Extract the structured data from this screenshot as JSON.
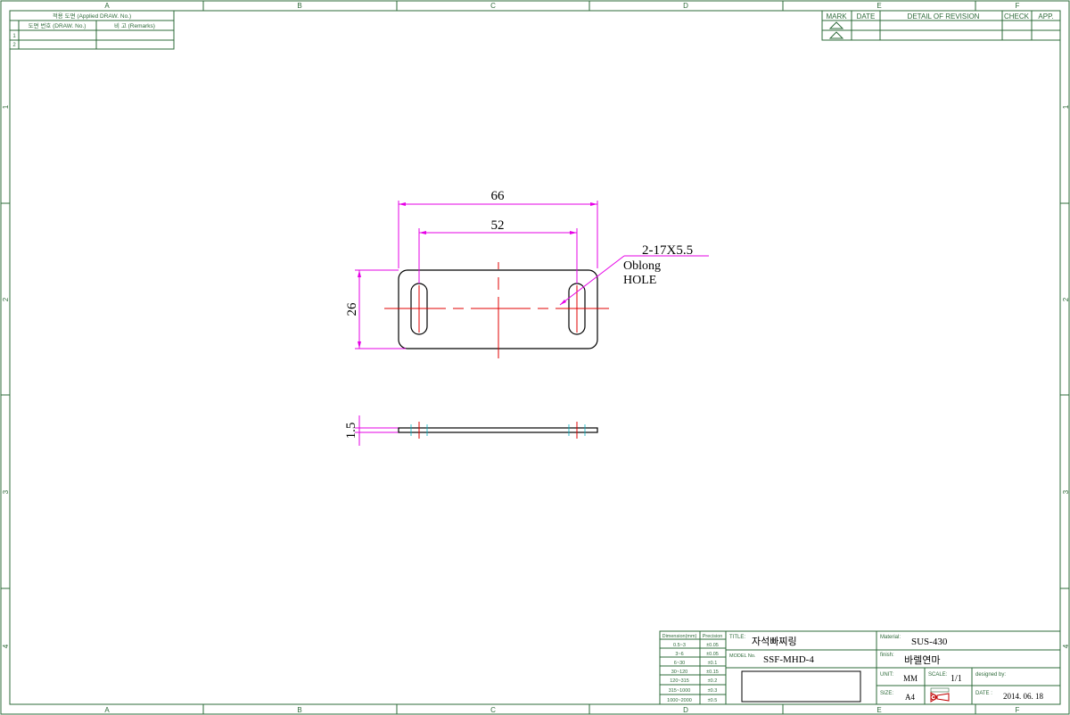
{
  "frame": {
    "col_labels": [
      "A",
      "B",
      "C",
      "D",
      "E",
      "F"
    ],
    "row_labels": [
      "1",
      "2",
      "3",
      "4"
    ]
  },
  "applied_table": {
    "header": "적용 도면 (Applied DRAW. No.)",
    "col1": "도면 번호 (DRAW. No.)",
    "col2": "비 고 (Remarks)",
    "rows": [
      "1",
      "2"
    ]
  },
  "revision_table": {
    "headers": [
      "MARK",
      "DATE",
      "DETAIL OF REVISION",
      "CHECK",
      "APP."
    ]
  },
  "drawing": {
    "dim_overall_width": "66",
    "dim_hole_pitch": "52",
    "dim_height": "26",
    "dim_thickness": "1.5",
    "note_line1": "2-17X5.5",
    "note_line2": "Oblong",
    "note_line3": "HOLE"
  },
  "tolerance_table": {
    "headers": [
      "Dimension(mm)",
      "Precision"
    ],
    "rows": [
      [
        "0.5~3",
        "±0.05"
      ],
      [
        "3~6",
        "±0.05"
      ],
      [
        "6~30",
        "±0.1"
      ],
      [
        "30~120",
        "±0.15"
      ],
      [
        "120~315",
        "±0.2"
      ],
      [
        "315~1000",
        "±0.3"
      ],
      [
        "1000~2000",
        "±0.5"
      ]
    ]
  },
  "title_block": {
    "title_label": "TITLE:",
    "title": "자석빠찌링",
    "model_label": "MODEL No.",
    "model": "SSF-MHD-4",
    "material_label": "Material:",
    "material": "SUS-430",
    "finish_label": "finish:",
    "finish": "바렐연마",
    "unit_label": "UNIT:",
    "unit": "MM",
    "scale_label": "SCALE:",
    "scale": "1/1",
    "designed_label": "designed by:",
    "size_label": "SIZE:",
    "size": "A4",
    "date_label": "DATE :",
    "date": "2014. 06. 18"
  }
}
